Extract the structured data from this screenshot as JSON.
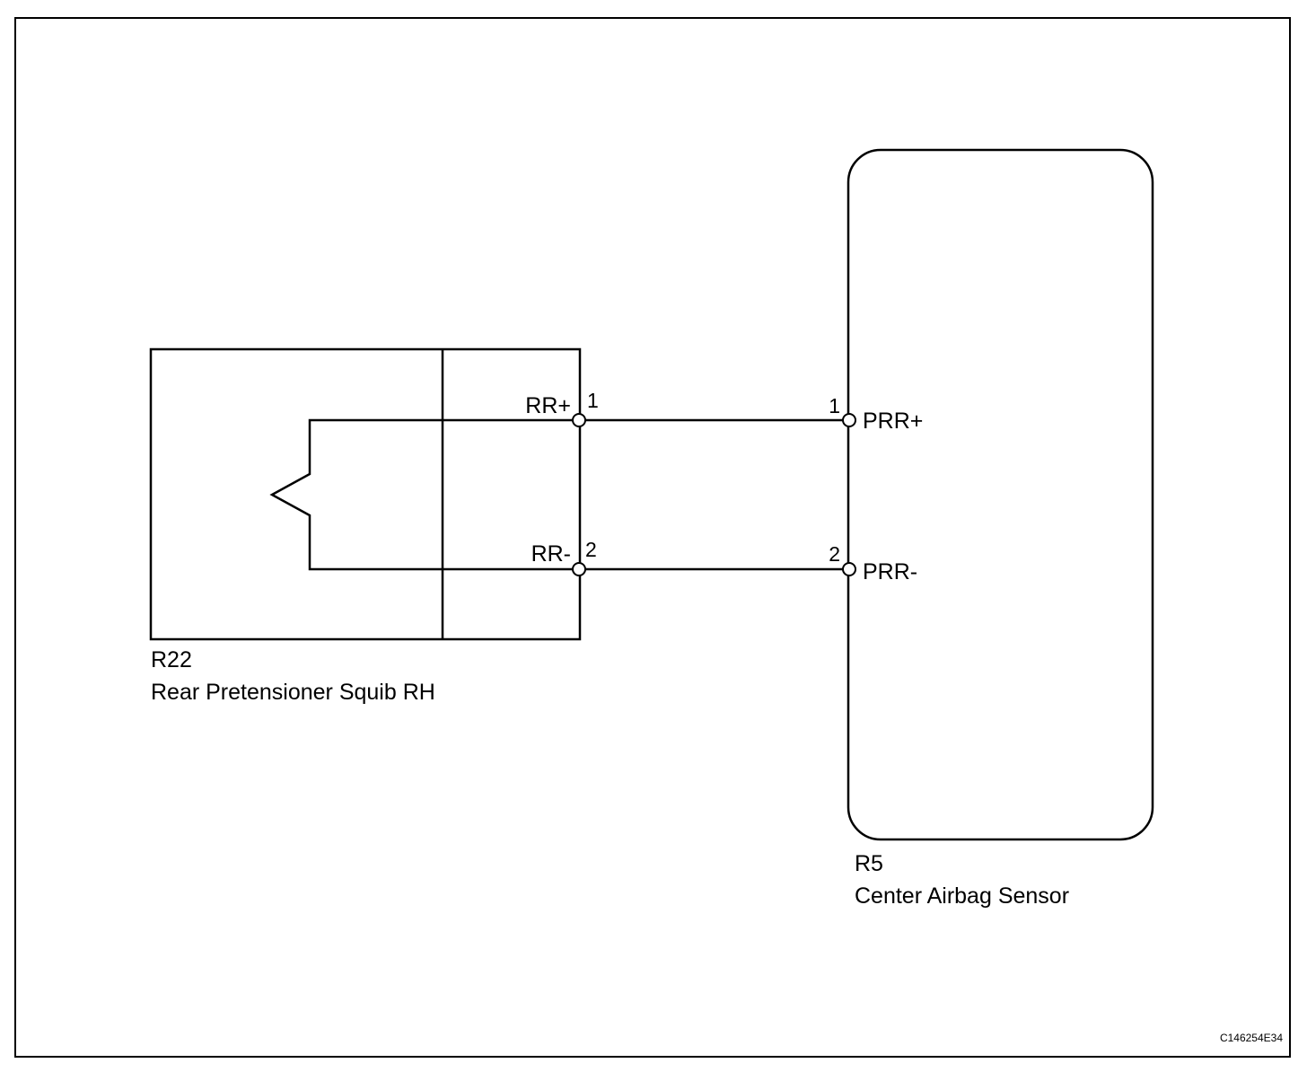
{
  "figure_code": "C146254E34",
  "components": {
    "squib": {
      "code": "R22",
      "name": "Rear Pretensioner Squib RH",
      "pins": [
        {
          "number": "1",
          "signal": "RR+"
        },
        {
          "number": "2",
          "signal": "RR-"
        }
      ]
    },
    "sensor": {
      "code": "R5",
      "name": "Center Airbag Sensor",
      "pins": [
        {
          "number": "1",
          "signal": "PRR+"
        },
        {
          "number": "2",
          "signal": "PRR-"
        }
      ]
    }
  },
  "connections": [
    {
      "from": "R22 pin 1 (RR+)",
      "to": "R5 pin 1 (PRR+)"
    },
    {
      "from": "R22 pin 2 (RR-)",
      "to": "R5 pin 2 (PRR-)"
    }
  ]
}
